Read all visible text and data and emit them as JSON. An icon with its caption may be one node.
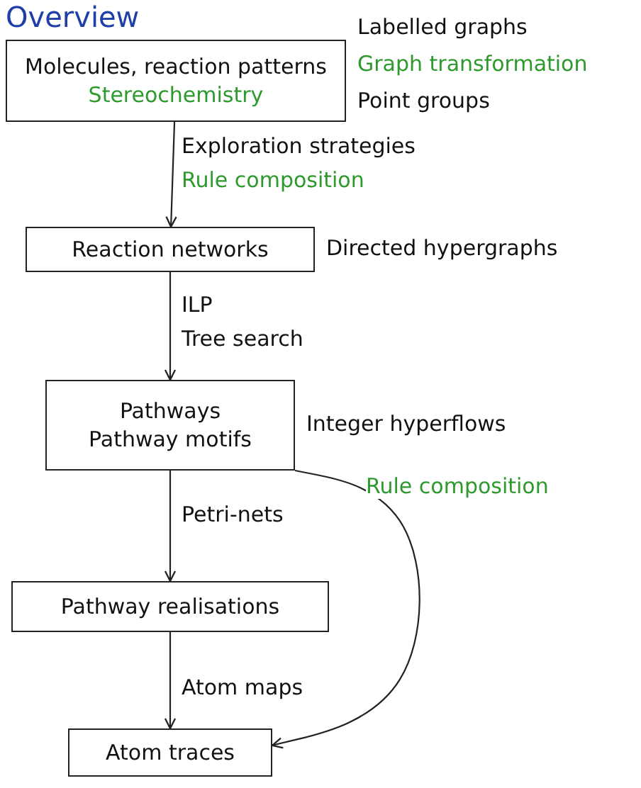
{
  "diagram": {
    "title": "Overview",
    "nodes": [
      {
        "text": [
          "Molecules, reaction patterns",
          "Stereochemistry"
        ],
        "beside": [
          "Labelled graphs",
          "Graph transformation",
          "Point groups"
        ]
      },
      {
        "text": [
          "Reaction networks"
        ],
        "beside": [
          "Directed hypergraphs"
        ]
      },
      {
        "text": [
          "Pathways",
          "Pathway motifs"
        ],
        "beside": [
          "Integer hyperflows"
        ]
      },
      {
        "text": [
          "Pathway realisations"
        ]
      },
      {
        "text": [
          "Atom traces"
        ]
      }
    ],
    "edges": [
      {
        "from": 0,
        "to": 1,
        "arrow": "to"
      },
      {
        "from": 1,
        "to": 2,
        "arrow": "to"
      },
      {
        "from": 2,
        "to": 3,
        "arrow": "to"
      },
      {
        "from": 3,
        "to": 4,
        "arrow": "to"
      },
      {
        "from": 2,
        "to": 4,
        "arrow": "to",
        "label": "Rule composition"
      }
    ],
    "labels": [
      "Exploration strategies",
      "Rule composition",
      "ILP",
      "Tree search",
      "Petri-nets",
      "Atom maps"
    ]
  }
}
